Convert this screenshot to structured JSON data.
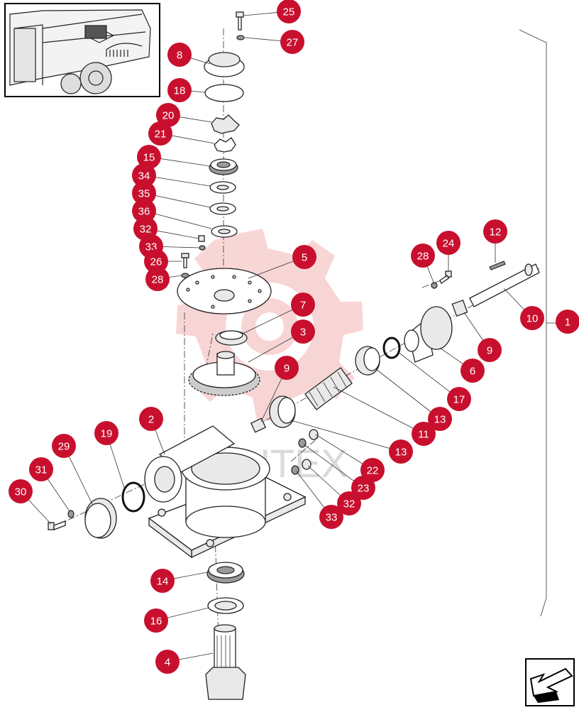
{
  "watermark": "ИНТЕХ",
  "colors": {
    "callout": "#c8102e",
    "watermark_logo": "#f2b0b0",
    "line": "#222222"
  },
  "icons": {
    "thumbnail": "machine-thumbnail-icon",
    "navigation": "back-arrow-icon"
  },
  "callouts": [
    {
      "id": "c25",
      "label": "25"
    },
    {
      "id": "c27",
      "label": "27"
    },
    {
      "id": "c8",
      "label": "8"
    },
    {
      "id": "c18",
      "label": "18"
    },
    {
      "id": "c20",
      "label": "20"
    },
    {
      "id": "c21",
      "label": "21"
    },
    {
      "id": "c15",
      "label": "15"
    },
    {
      "id": "c34",
      "label": "34"
    },
    {
      "id": "c35",
      "label": "35"
    },
    {
      "id": "c36",
      "label": "36"
    },
    {
      "id": "c32a",
      "label": "32"
    },
    {
      "id": "c33a",
      "label": "33"
    },
    {
      "id": "c26",
      "label": "26"
    },
    {
      "id": "c28a",
      "label": "28"
    },
    {
      "id": "c5",
      "label": "5"
    },
    {
      "id": "c7",
      "label": "7"
    },
    {
      "id": "c3",
      "label": "3"
    },
    {
      "id": "c28b",
      "label": "28"
    },
    {
      "id": "c24",
      "label": "24"
    },
    {
      "id": "c12",
      "label": "12"
    },
    {
      "id": "c10",
      "label": "10"
    },
    {
      "id": "c1",
      "label": "1"
    },
    {
      "id": "c9a",
      "label": "9"
    },
    {
      "id": "c6",
      "label": "6"
    },
    {
      "id": "c17",
      "label": "17"
    },
    {
      "id": "c13a",
      "label": "13"
    },
    {
      "id": "c9b",
      "label": "9"
    },
    {
      "id": "c11",
      "label": "11"
    },
    {
      "id": "c13b",
      "label": "13"
    },
    {
      "id": "c2",
      "label": "2"
    },
    {
      "id": "c19",
      "label": "19"
    },
    {
      "id": "c29",
      "label": "29"
    },
    {
      "id": "c31",
      "label": "31"
    },
    {
      "id": "c30",
      "label": "30"
    },
    {
      "id": "c22",
      "label": "22"
    },
    {
      "id": "c23",
      "label": "23"
    },
    {
      "id": "c32b",
      "label": "32"
    },
    {
      "id": "c33b",
      "label": "33"
    },
    {
      "id": "c14",
      "label": "14"
    },
    {
      "id": "c16",
      "label": "16"
    },
    {
      "id": "c4",
      "label": "4"
    }
  ]
}
